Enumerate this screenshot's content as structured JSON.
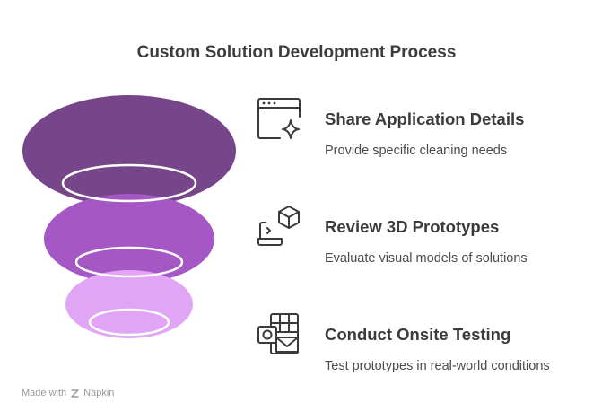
{
  "title": "Custom Solution Development Process",
  "colors": {
    "level1": "#77468a",
    "level2": "#a557c6",
    "level3": "#e0a6f5",
    "ring": "#ffffff",
    "icon_stroke": "#3a3a3a"
  },
  "steps": [
    {
      "title": "Share Application Details",
      "description": "Provide specific cleaning needs",
      "icon": "browser-sparkle-icon"
    },
    {
      "title": "Review 3D Prototypes",
      "description": "Evaluate visual models of solutions",
      "icon": "laptop-cube-icon"
    },
    {
      "title": "Conduct Onsite Testing",
      "description": "Test prototypes in real-world conditions",
      "icon": "office-document-icon"
    }
  ],
  "watermark": {
    "prefix": "Made with",
    "brand": "Napkin"
  }
}
